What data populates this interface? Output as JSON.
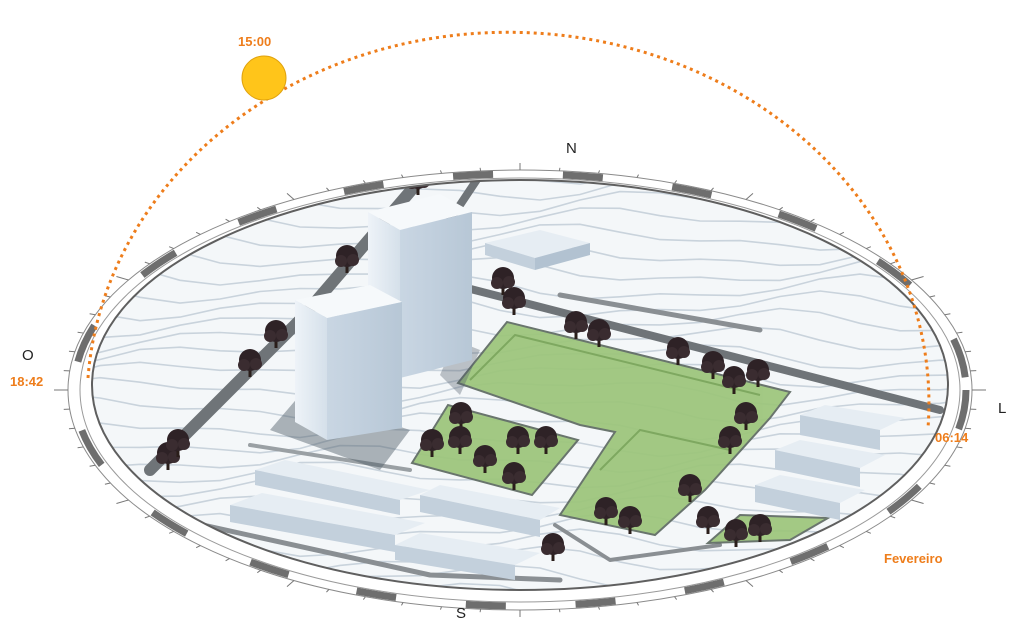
{
  "colors": {
    "sun": "#ffc51a",
    "sun_path": "#ee7d1b",
    "park": "#9cc57a",
    "ground": "#f4f7f9",
    "building": "#dde6ee"
  },
  "compass": {
    "north": "N",
    "south": "S",
    "east": "L",
    "west": "O"
  },
  "sun": {
    "time_label": "15:00",
    "icon": "sun-icon"
  },
  "sunset": {
    "time": "18:42"
  },
  "sunrise": {
    "time": "06:14"
  },
  "month": "Fevereiro",
  "trees": {
    "icon": "tree-icon"
  }
}
